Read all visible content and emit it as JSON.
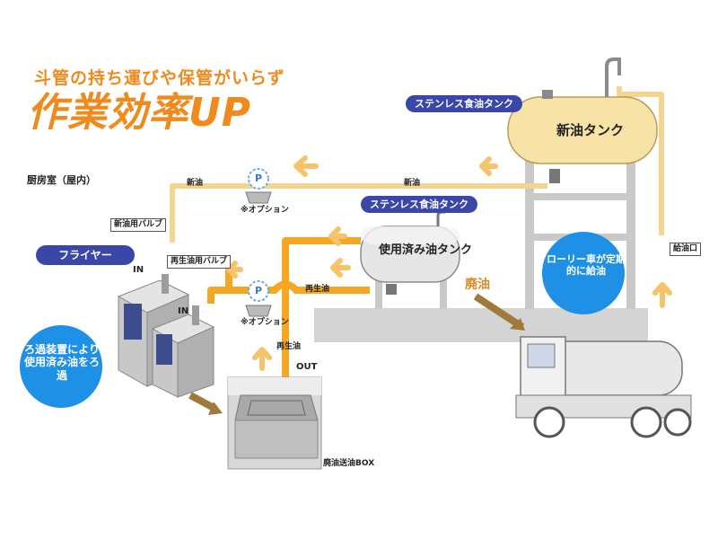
{
  "headline": {
    "sub": "斗管の持ち運びや保管がいらず",
    "main": "作業効率UP"
  },
  "location": "厨房室（屋内）",
  "labels": {
    "stainless_tank_top": "ステンレス食油タンク",
    "stainless_tank_mid": "ステンレス食油タンク",
    "new_oil_tank": "新油タンク",
    "used_oil_tank": "使用済み油タンク",
    "new_oil_valve": "新油用バルブ",
    "regen_oil_valve": "再生油用バルブ",
    "fryer": "フライヤー",
    "new_oil_1": "新油",
    "new_oil_2": "新油",
    "regen_oil_1": "再生油",
    "regen_oil_2": "再生油",
    "option_1": "※オプション",
    "option_2": "※オプション",
    "pump_1": "P",
    "pump_2": "P",
    "in_1": "IN",
    "in_2": "IN",
    "out": "OUT",
    "waste_oil": "廃油",
    "supply_port": "給油口",
    "lorry_note": "ローリー車が定期的に給油",
    "filter_note": "ろ過装置により使用済み油をろ過",
    "waste_box": "廃油送油BOX"
  },
  "colors": {
    "pipe_new": "#f3d590",
    "pipe_regen": "#f5a623",
    "arrow": "#f6c36a",
    "pill": "#3a47a8",
    "circle": "#1e90e6",
    "headline": "#f08a1c",
    "tank_fill": "#f7e3a6",
    "ground": "#d4d4d4"
  }
}
